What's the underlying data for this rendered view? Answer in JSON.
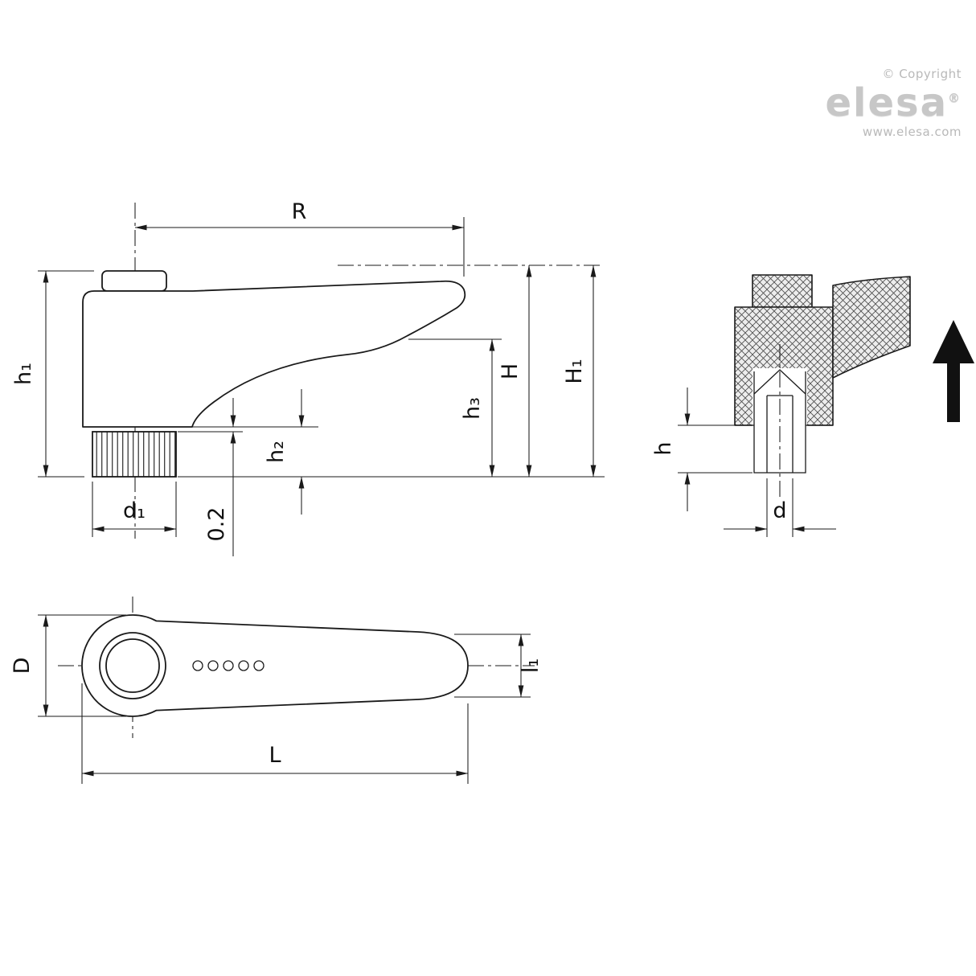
{
  "branding": {
    "copyright": "© Copyright",
    "logo": "elesa",
    "registered": "®",
    "website": "www.elesa.com"
  },
  "dimension_labels": {
    "R": "R",
    "h1": "h₁",
    "H": "H",
    "H1": "H₁",
    "h3": "h₃",
    "h2": "h₂",
    "gap": "0.2",
    "d1": "d₁",
    "h": "h",
    "d": "d",
    "D": "D",
    "l1": "l₁",
    "L": "L"
  },
  "colors": {
    "line": "#1a1a1a",
    "section_fill": "#ededed",
    "logo_gray": "#c7c7c7",
    "meta_gray": "#b9b9b9"
  }
}
